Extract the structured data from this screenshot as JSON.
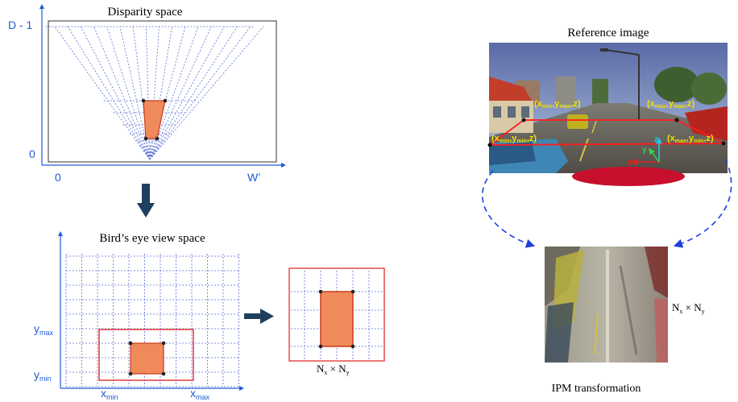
{
  "disparity": {
    "title": "Disparity space",
    "y_top": "D - 1",
    "y_bottom": "0",
    "x_left": "0",
    "x_right": "W’"
  },
  "bev": {
    "title": "Bird’s eye view space",
    "y_max": {
      "base": "y",
      "sub": "max"
    },
    "y_min": {
      "base": "y",
      "sub": "min"
    },
    "x_min": {
      "base": "x",
      "sub": "min"
    },
    "x_max": {
      "base": "x",
      "sub": "max"
    }
  },
  "crop": {
    "size_label": {
      "a": "N",
      "a_sub": "x",
      "op": " × ",
      "b": "N",
      "b_sub": "y"
    }
  },
  "reference": {
    "title": "Reference image",
    "corners": {
      "top_left": {
        "open": "(x",
        "s1": "min",
        "mid": ",y",
        "s2": "max",
        "close": ",z)"
      },
      "top_right": {
        "open": "(x",
        "s1": "max",
        "mid": ",y",
        "s2": "max",
        "close": ",z)"
      },
      "bottom_left": {
        "open": "(x",
        "s1": "min",
        "mid": ",y",
        "s2": "min",
        "close": ",z)"
      },
      "bottom_right": {
        "open": "(x",
        "s1": "max",
        "mid": ",y",
        "s2": "min",
        "close": ",z)"
      }
    },
    "axes": {
      "x": "x",
      "y": "y",
      "z": "z"
    }
  },
  "ipm": {
    "caption": "IPM transformation",
    "size_label": {
      "a": "N",
      "a_sub": "x",
      "op": " × ",
      "b": "N",
      "b_sub": "y"
    }
  },
  "colors": {
    "grid_blue": "#5a6fd6",
    "box_red": "#e0201c",
    "fill_orange": "#f08a5a",
    "arrow_navy": "#1f3f5f",
    "dash_blue": "#1f3fe0"
  }
}
